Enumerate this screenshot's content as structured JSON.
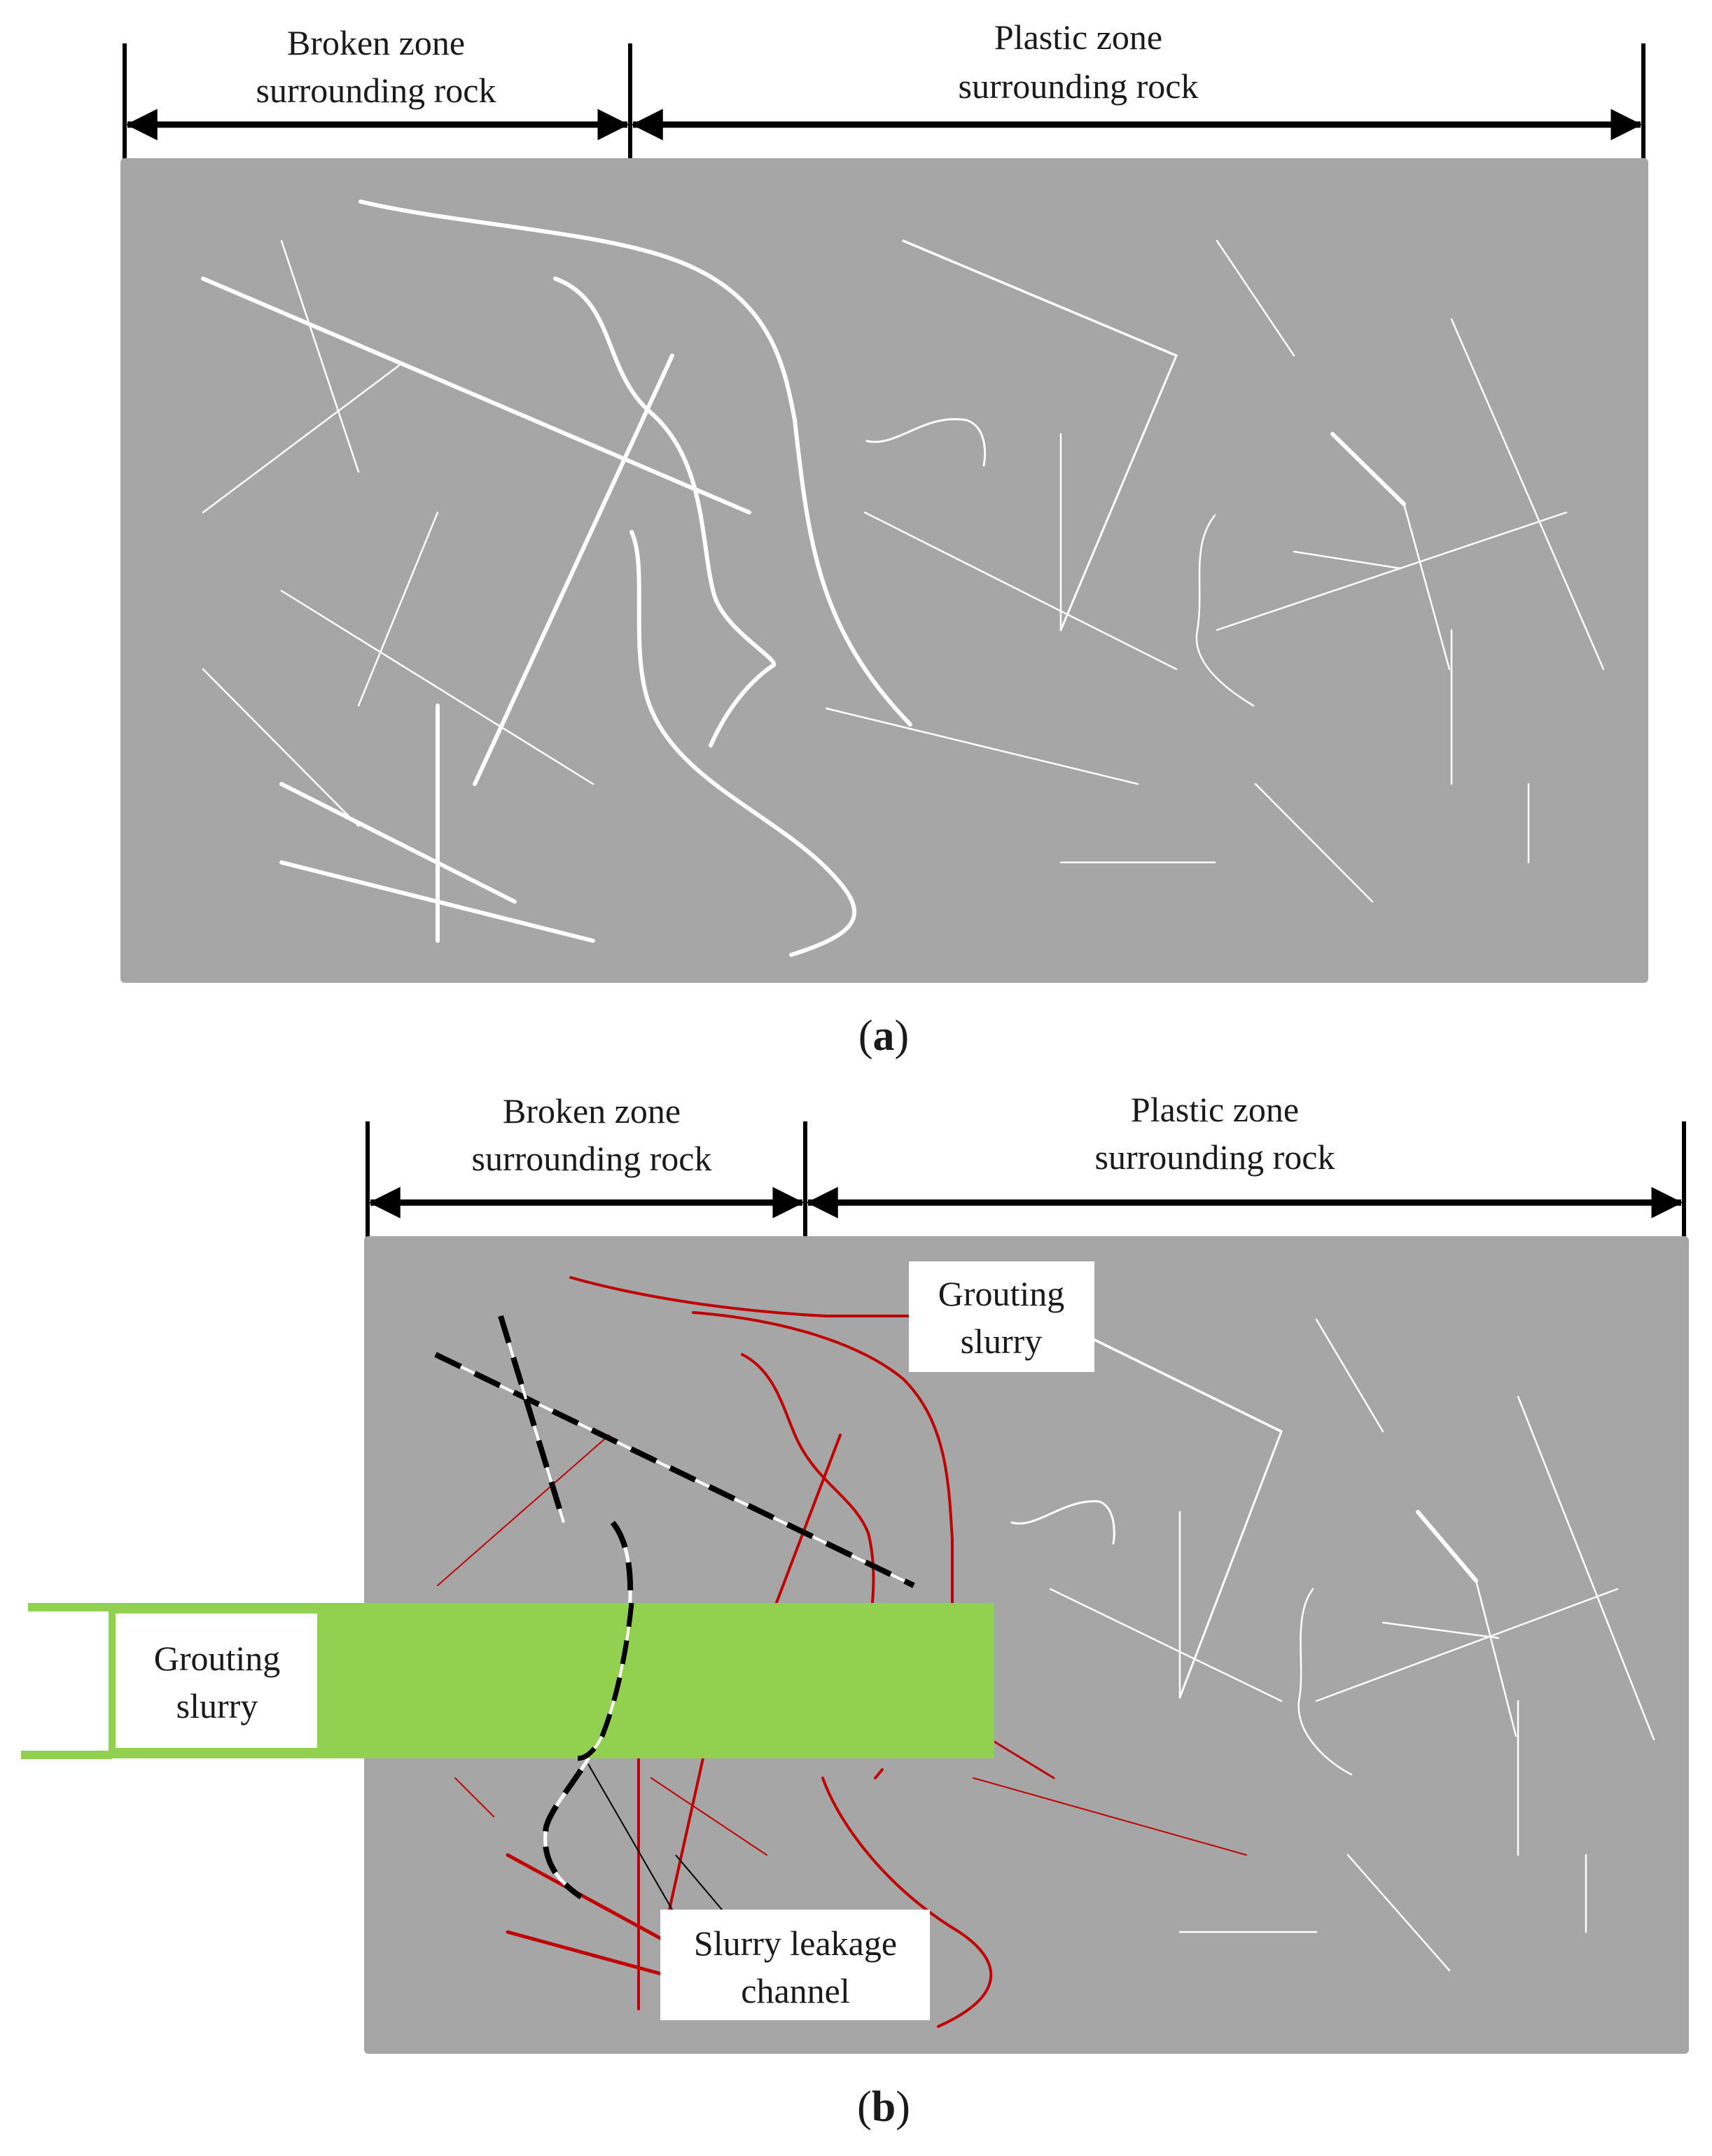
{
  "panel_a": {
    "caption": "(a)",
    "caption_letter": "a",
    "zones": [
      {
        "line1": "Broken zone",
        "line2": "surrounding rock"
      },
      {
        "line1": "Plastic zone",
        "line2": "surrounding rock"
      }
    ]
  },
  "panel_b": {
    "caption": "(b)",
    "caption_letter": "b",
    "zones": [
      {
        "line1": "Broken zone",
        "line2": "surrounding rock"
      },
      {
        "line1": "Plastic zone",
        "line2": "surrounding rock"
      }
    ],
    "callouts": {
      "grouting_slurry_top": {
        "line1": "Grouting",
        "line2": "slurry"
      },
      "grouting_slurry_pipe": {
        "line1": "Grouting",
        "line2": "slurry"
      },
      "slurry_leakage": {
        "line1": "Slurry leakage",
        "line2": "channel"
      }
    }
  },
  "colors": {
    "rock": "#a6a6a6",
    "crack": "#ffffff",
    "grout_crack": "#c00000",
    "grout_pipe": "#92d050",
    "dimension": "#000000"
  }
}
